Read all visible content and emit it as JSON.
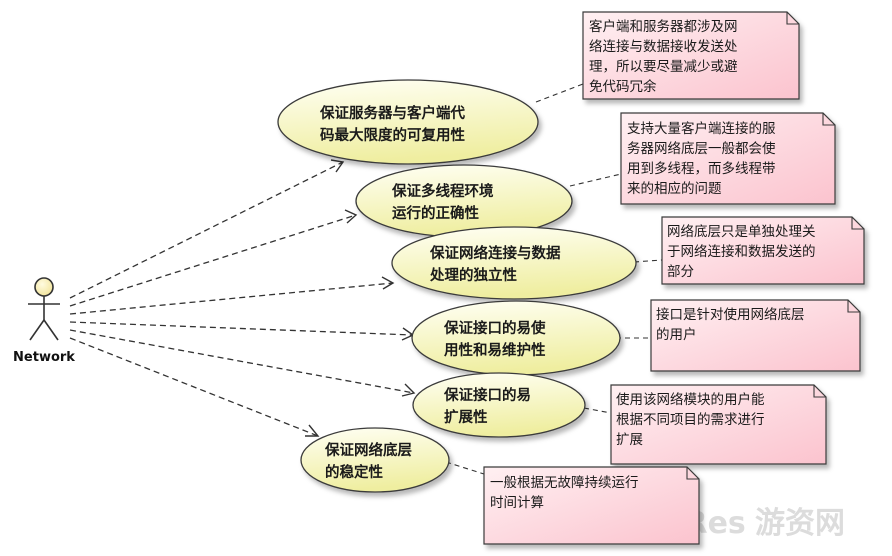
{
  "actor": {
    "name": "Network"
  },
  "use_cases": [
    {
      "id": "uc1",
      "lines": [
        "保证服务器与客户端代",
        "码最大限度的可复用性"
      ]
    },
    {
      "id": "uc2",
      "lines": [
        "保证多线程环境",
        "运行的正确性"
      ]
    },
    {
      "id": "uc3",
      "lines": [
        "保证网络连接与数据",
        "处理的独立性"
      ]
    },
    {
      "id": "uc4",
      "lines": [
        "保证接口的易使",
        "用性和易维护性"
      ]
    },
    {
      "id": "uc5",
      "lines": [
        "保证接口的易",
        "扩展性"
      ]
    },
    {
      "id": "uc6",
      "lines": [
        "保证网络底层",
        "的稳定性"
      ]
    }
  ],
  "notes": [
    {
      "id": "n1",
      "lines": [
        "客户端和服务器都涉及网",
        "络连接与数据接收发送处",
        "理，所以要尽量减少或避",
        "免代码冗余"
      ]
    },
    {
      "id": "n2",
      "lines": [
        "支持大量客户端连接的服",
        "务器网络底层一般都会使",
        "用到多线程，而多线程带",
        "来的相应的问题"
      ]
    },
    {
      "id": "n3",
      "lines": [
        "网络底层只是单独处理关",
        "于网络连接和数据发送的",
        "部分"
      ]
    },
    {
      "id": "n4",
      "lines": [
        "接口是针对使用网络底层",
        "的用户"
      ]
    },
    {
      "id": "n5",
      "lines": [
        "使用该网络模块的用户能",
        "根据不同项目的需求进行",
        "扩展"
      ]
    },
    {
      "id": "n6",
      "lines": [
        "一般根据无故障持续运行",
        "时间计算"
      ]
    }
  ],
  "watermark": {
    "latin": "GameRes",
    "cn": "游资网"
  },
  "colors": {
    "use_case_fill_light": "#fffff0",
    "use_case_fill_dark": "#f0efa4",
    "note_fill_light": "#ffe6ea",
    "note_fill_dark": "#fbc0cc",
    "outline": "#3a3a3a",
    "actor_fill": "#fdf5c8"
  }
}
